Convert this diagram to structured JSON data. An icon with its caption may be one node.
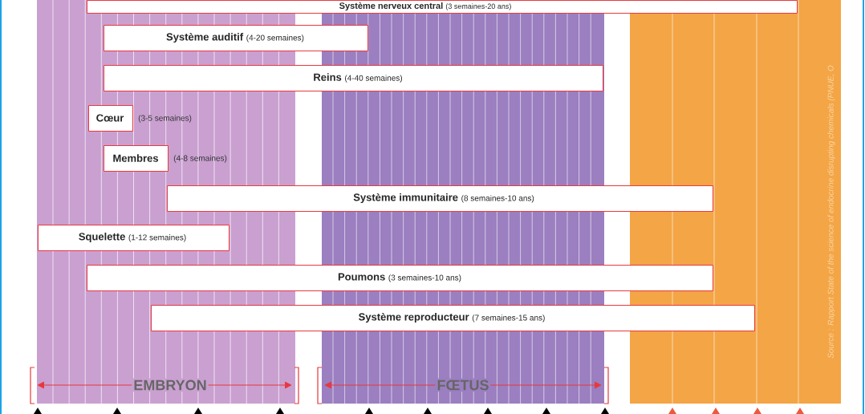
{
  "diagram": {
    "nodes": [
      {
        "text": [
          "Système nerveux central",
          "(3 semaines-20 ans)"
        ]
      },
      {
        "text": [
          "Système auditif",
          "(4-20 semaines)"
        ]
      },
      {
        "text": [
          "Reins",
          "(4-40 semaines)"
        ]
      },
      {
        "text": [
          "Cœur"
        ],
        "beside": [
          "(3-5 semaines)"
        ]
      },
      {
        "text": [
          "Membres"
        ],
        "beside": [
          "(4-8 semaines)"
        ]
      },
      {
        "text": [
          "Système immunitaire",
          "(8 semaines-10 ans)"
        ]
      },
      {
        "text": [
          "Squelette",
          "(1-12 semaines)"
        ]
      },
      {
        "text": [
          "Poumons",
          "(3 semaines-10 ans)"
        ]
      },
      {
        "text": [
          "Système reproducteur",
          "(7 semaines-15 ans)"
        ]
      }
    ],
    "labels": [
      "EMBRYON",
      "FŒTUS",
      "Source : Rapport State of the science of endocrine disrupting chemicals (PNUE, O"
    ]
  }
}
